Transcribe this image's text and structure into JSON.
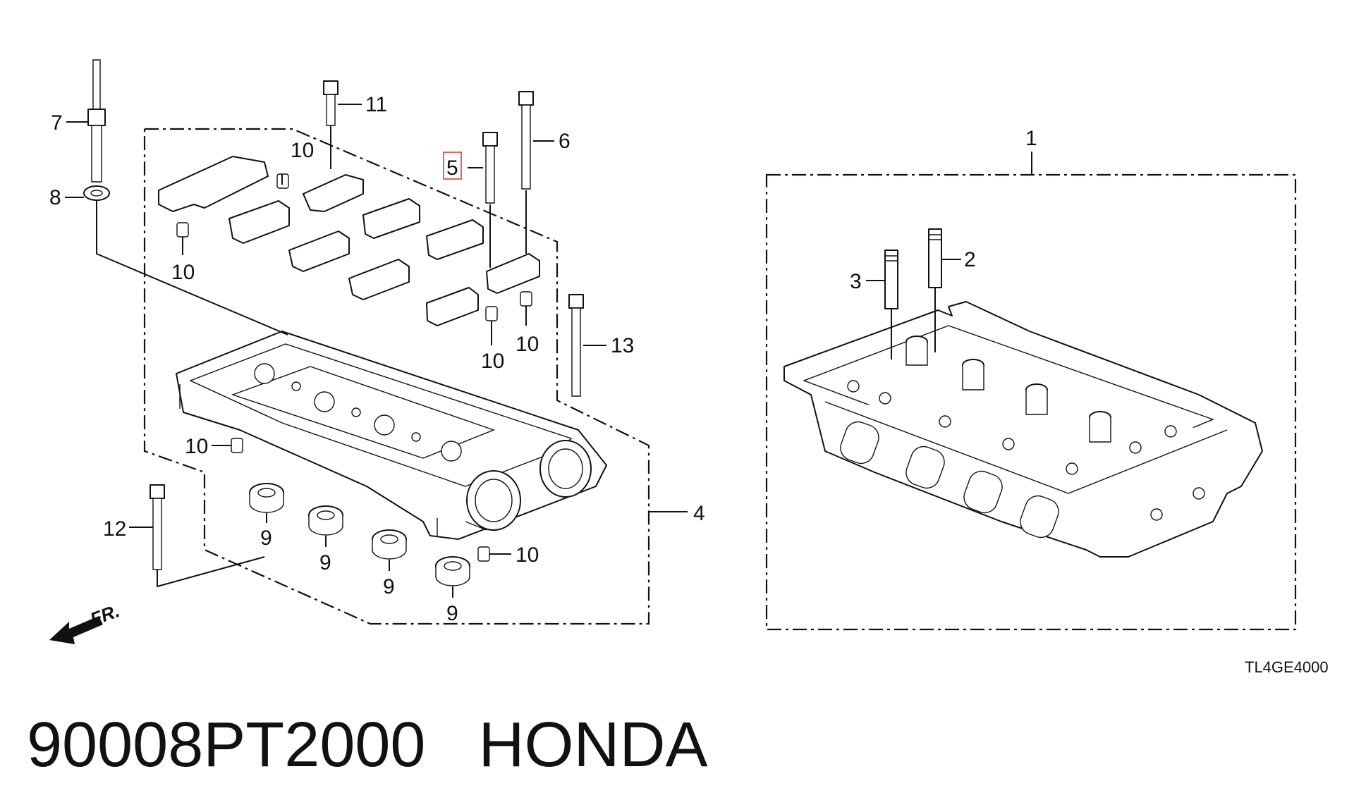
{
  "diagram": {
    "callouts": {
      "c1": "1",
      "c2": "2",
      "c3": "3",
      "c4": "4",
      "c5": "5",
      "c6": "6",
      "c7": "7",
      "c8": "8",
      "c9a": "9",
      "c9b": "9",
      "c9c": "9",
      "c9d": "9",
      "c10a": "10",
      "c10b": "10",
      "c10c": "10",
      "c10d": "10",
      "c10e": "10",
      "c10f": "10",
      "c11": "11",
      "c12": "12",
      "c13": "13"
    },
    "front_label": "FR.",
    "drawing_code": "TL4GE4000",
    "highlight_color": "#e23a3a"
  },
  "caption": {
    "part_number": "90008PT2000",
    "brand": "HONDA"
  }
}
